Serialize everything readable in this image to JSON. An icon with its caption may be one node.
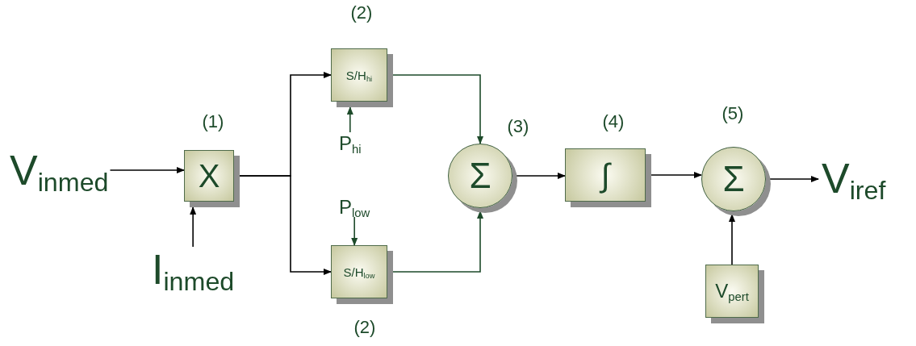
{
  "diagram": {
    "nodes": [
      {
        "text": [
          "V$_{inmed}$"
        ]
      },
      {
        "text": [
          "X"
        ],
        "beside": [
          "(1)"
        ]
      },
      {
        "text": [
          "I$_{inmed}$"
        ]
      },
      {
        "text": [
          "S/H$_{hi}$"
        ],
        "beside": [
          "(2)"
        ]
      },
      {
        "text": [
          "P$_{hi}$"
        ]
      },
      {
        "text": [
          "S/H$_{low}$"
        ],
        "beside": [
          "(2)"
        ]
      },
      {
        "text": [
          "P$_{low}$"
        ]
      },
      {
        "text": [
          "Σ"
        ],
        "beside": [
          "(3)"
        ]
      },
      {
        "text": [
          "∫"
        ],
        "beside": [
          "(4)"
        ]
      },
      {
        "text": [
          "Σ"
        ],
        "beside": [
          "(5)"
        ]
      },
      {
        "text": [
          "V$_{pert}$"
        ]
      },
      {
        "text": [
          "V$_{iref}$"
        ]
      }
    ],
    "edges": [
      {
        "from": 0,
        "to": 1,
        "arrow": "to"
      },
      {
        "from": 2,
        "to": 1,
        "arrow": "to"
      },
      {
        "from": 1,
        "to": 3,
        "arrow": "to"
      },
      {
        "from": 1,
        "to": 5,
        "arrow": "to"
      },
      {
        "from": 4,
        "to": 3,
        "arrow": "to",
        "color": "#1d4a2a"
      },
      {
        "from": 6,
        "to": 5,
        "arrow": "to",
        "color": "#1d4a2a"
      },
      {
        "from": 3,
        "to": 7,
        "arrow": "to",
        "color": "#1d4a2a"
      },
      {
        "from": 5,
        "to": 7,
        "arrow": "to",
        "color": "#1d4a2a"
      },
      {
        "from": 7,
        "to": 8,
        "arrow": "to"
      },
      {
        "from": 8,
        "to": 9,
        "arrow": "to"
      },
      {
        "from": 10,
        "to": 9,
        "arrow": "to"
      },
      {
        "from": 9,
        "to": 11,
        "arrow": "to"
      }
    ]
  }
}
